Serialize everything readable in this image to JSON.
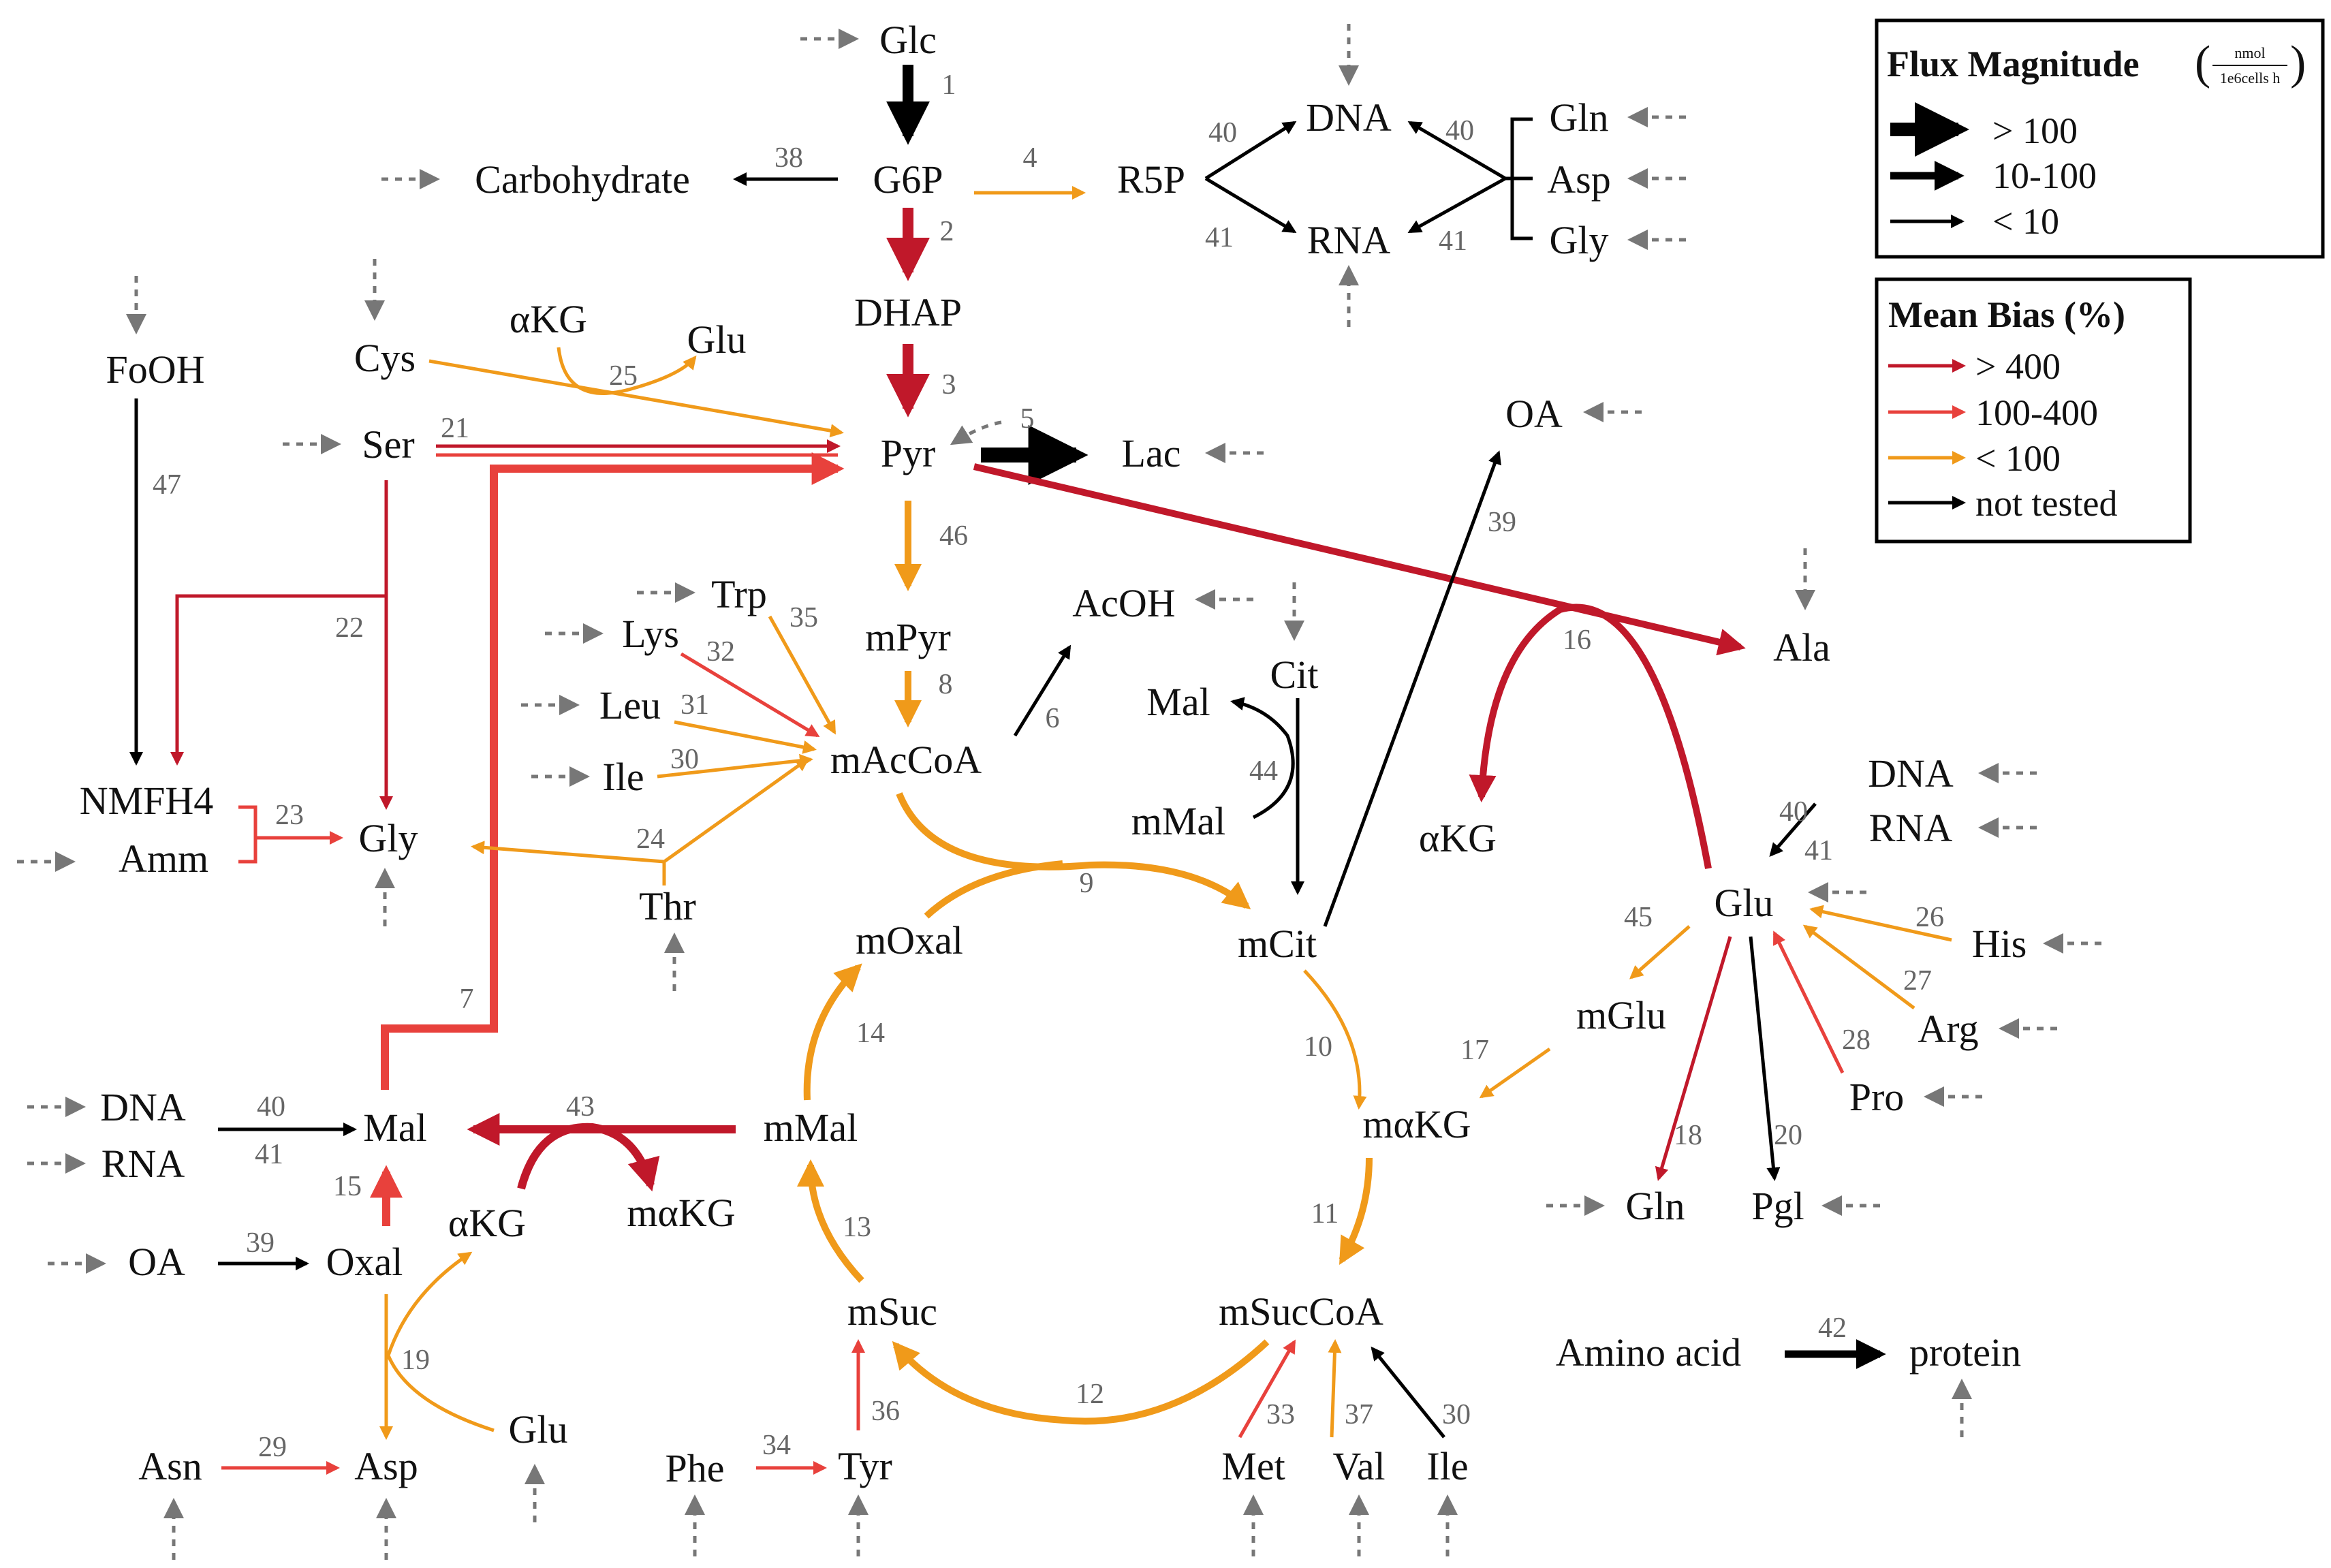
{
  "metabolites": {
    "glc": "Glc",
    "g6p": "G6P",
    "carbohydrate": "Carbohydrate",
    "r5p": "R5P",
    "dhap": "DHAP",
    "pyr": "Pyr",
    "lac": "Lac",
    "dna_top": "DNA",
    "rna_top": "RNA",
    "gln_top": "Gln",
    "asp_top": "Asp",
    "gly_top": "Gly",
    "fooh": "FoOH",
    "cys": "Cys",
    "ser": "Ser",
    "akg_top": "αKG",
    "glu_top": "Glu",
    "oa_top": "OA",
    "mpyr": "mPyr",
    "acoh": "AcOH",
    "trp": "Trp",
    "lys": "Lys",
    "leu": "Leu",
    "ile_left": "Ile",
    "macoa": "mAcCoA",
    "cit": "Cit",
    "mal_right": "Mal",
    "mmal_right": "mMal",
    "ala": "Ala",
    "akg_right": "αKG",
    "nmfh4": "NMFH4",
    "amm": "Amm",
    "gly_left": "Gly",
    "thr": "Thr",
    "moxal": "mOxal",
    "mcit": "mCit",
    "dna_right": "DNA",
    "rna_right": "RNA",
    "glu_right": "Glu",
    "his": "His",
    "mglu": "mGlu",
    "arg": "Arg",
    "pro": "Pro",
    "makg": "mαKG",
    "gln_bottom": "Gln",
    "pgl": "Pgl",
    "dna_left": "DNA",
    "rna_left": "RNA",
    "mal_left": "Mal",
    "mmal_center": "mMal",
    "akg_center": "αKG",
    "makg_center": "mαKG",
    "oa_left": "OA",
    "oxal": "Oxal",
    "msuc": "mSuc",
    "msuccoa": "mSucCoA",
    "amino_acid": "Amino acid",
    "protein": "protein",
    "asn": "Asn",
    "asp_bottom": "Asp",
    "glu_bottom": "Glu",
    "phe": "Phe",
    "tyr": "Tyr",
    "met": "Met",
    "val": "Val",
    "ile_bottom": "Ile"
  },
  "reaction_numbers": {
    "r1": "1",
    "r2": "2",
    "r3": "3",
    "r4": "4",
    "r5": "5",
    "r6": "6",
    "r7": "7",
    "r8": "8",
    "r9": "9",
    "r10": "10",
    "r11": "11",
    "r12": "12",
    "r13": "13",
    "r14": "14",
    "r15": "15",
    "r16": "16",
    "r17": "17",
    "r18": "18",
    "r19": "19",
    "r20": "20",
    "r21": "21",
    "r22": "22",
    "r23": "23",
    "r24": "24",
    "r25": "25",
    "r26": "26",
    "r27": "27",
    "r28": "28",
    "r29": "29",
    "r30_left": "30",
    "r30_bottom": "30",
    "r31": "31",
    "r32": "32",
    "r33": "33",
    "r34": "34",
    "r35": "35",
    "r36": "36",
    "r37": "37",
    "r38": "38",
    "r39_top": "39",
    "r39_left": "39",
    "r40_dna_left": "40",
    "r40_dna_right": "40",
    "r41_rna_left": "41",
    "r41_rna_right": "41",
    "r40_glu": "40",
    "r41_glu": "41",
    "r40_mal": "40",
    "r41_mal": "41",
    "r42": "42",
    "r43": "43",
    "r44": "44",
    "r45": "45",
    "r46": "46",
    "r47": "47"
  },
  "legend": {
    "flux": {
      "title": "Flux Magnitude",
      "unit_numerator": "nmol",
      "unit_denominator": "1e6cells h",
      "items": [
        "> 100",
        "10-100",
        "< 10"
      ]
    },
    "bias": {
      "title": "Mean Bias (%)",
      "items": [
        {
          "label": "> 400",
          "color": "#c0182a"
        },
        {
          "label": "100-400",
          "color": "#e8413c"
        },
        {
          "label": "< 100",
          "color": "#f09a1a"
        },
        {
          "label": "not tested",
          "color": "#000000"
        }
      ]
    }
  },
  "colors": {
    "dark_red": "#c0182a",
    "red": "#e8413c",
    "orange": "#f09a1a",
    "black": "#000000",
    "gray": "#777777"
  }
}
